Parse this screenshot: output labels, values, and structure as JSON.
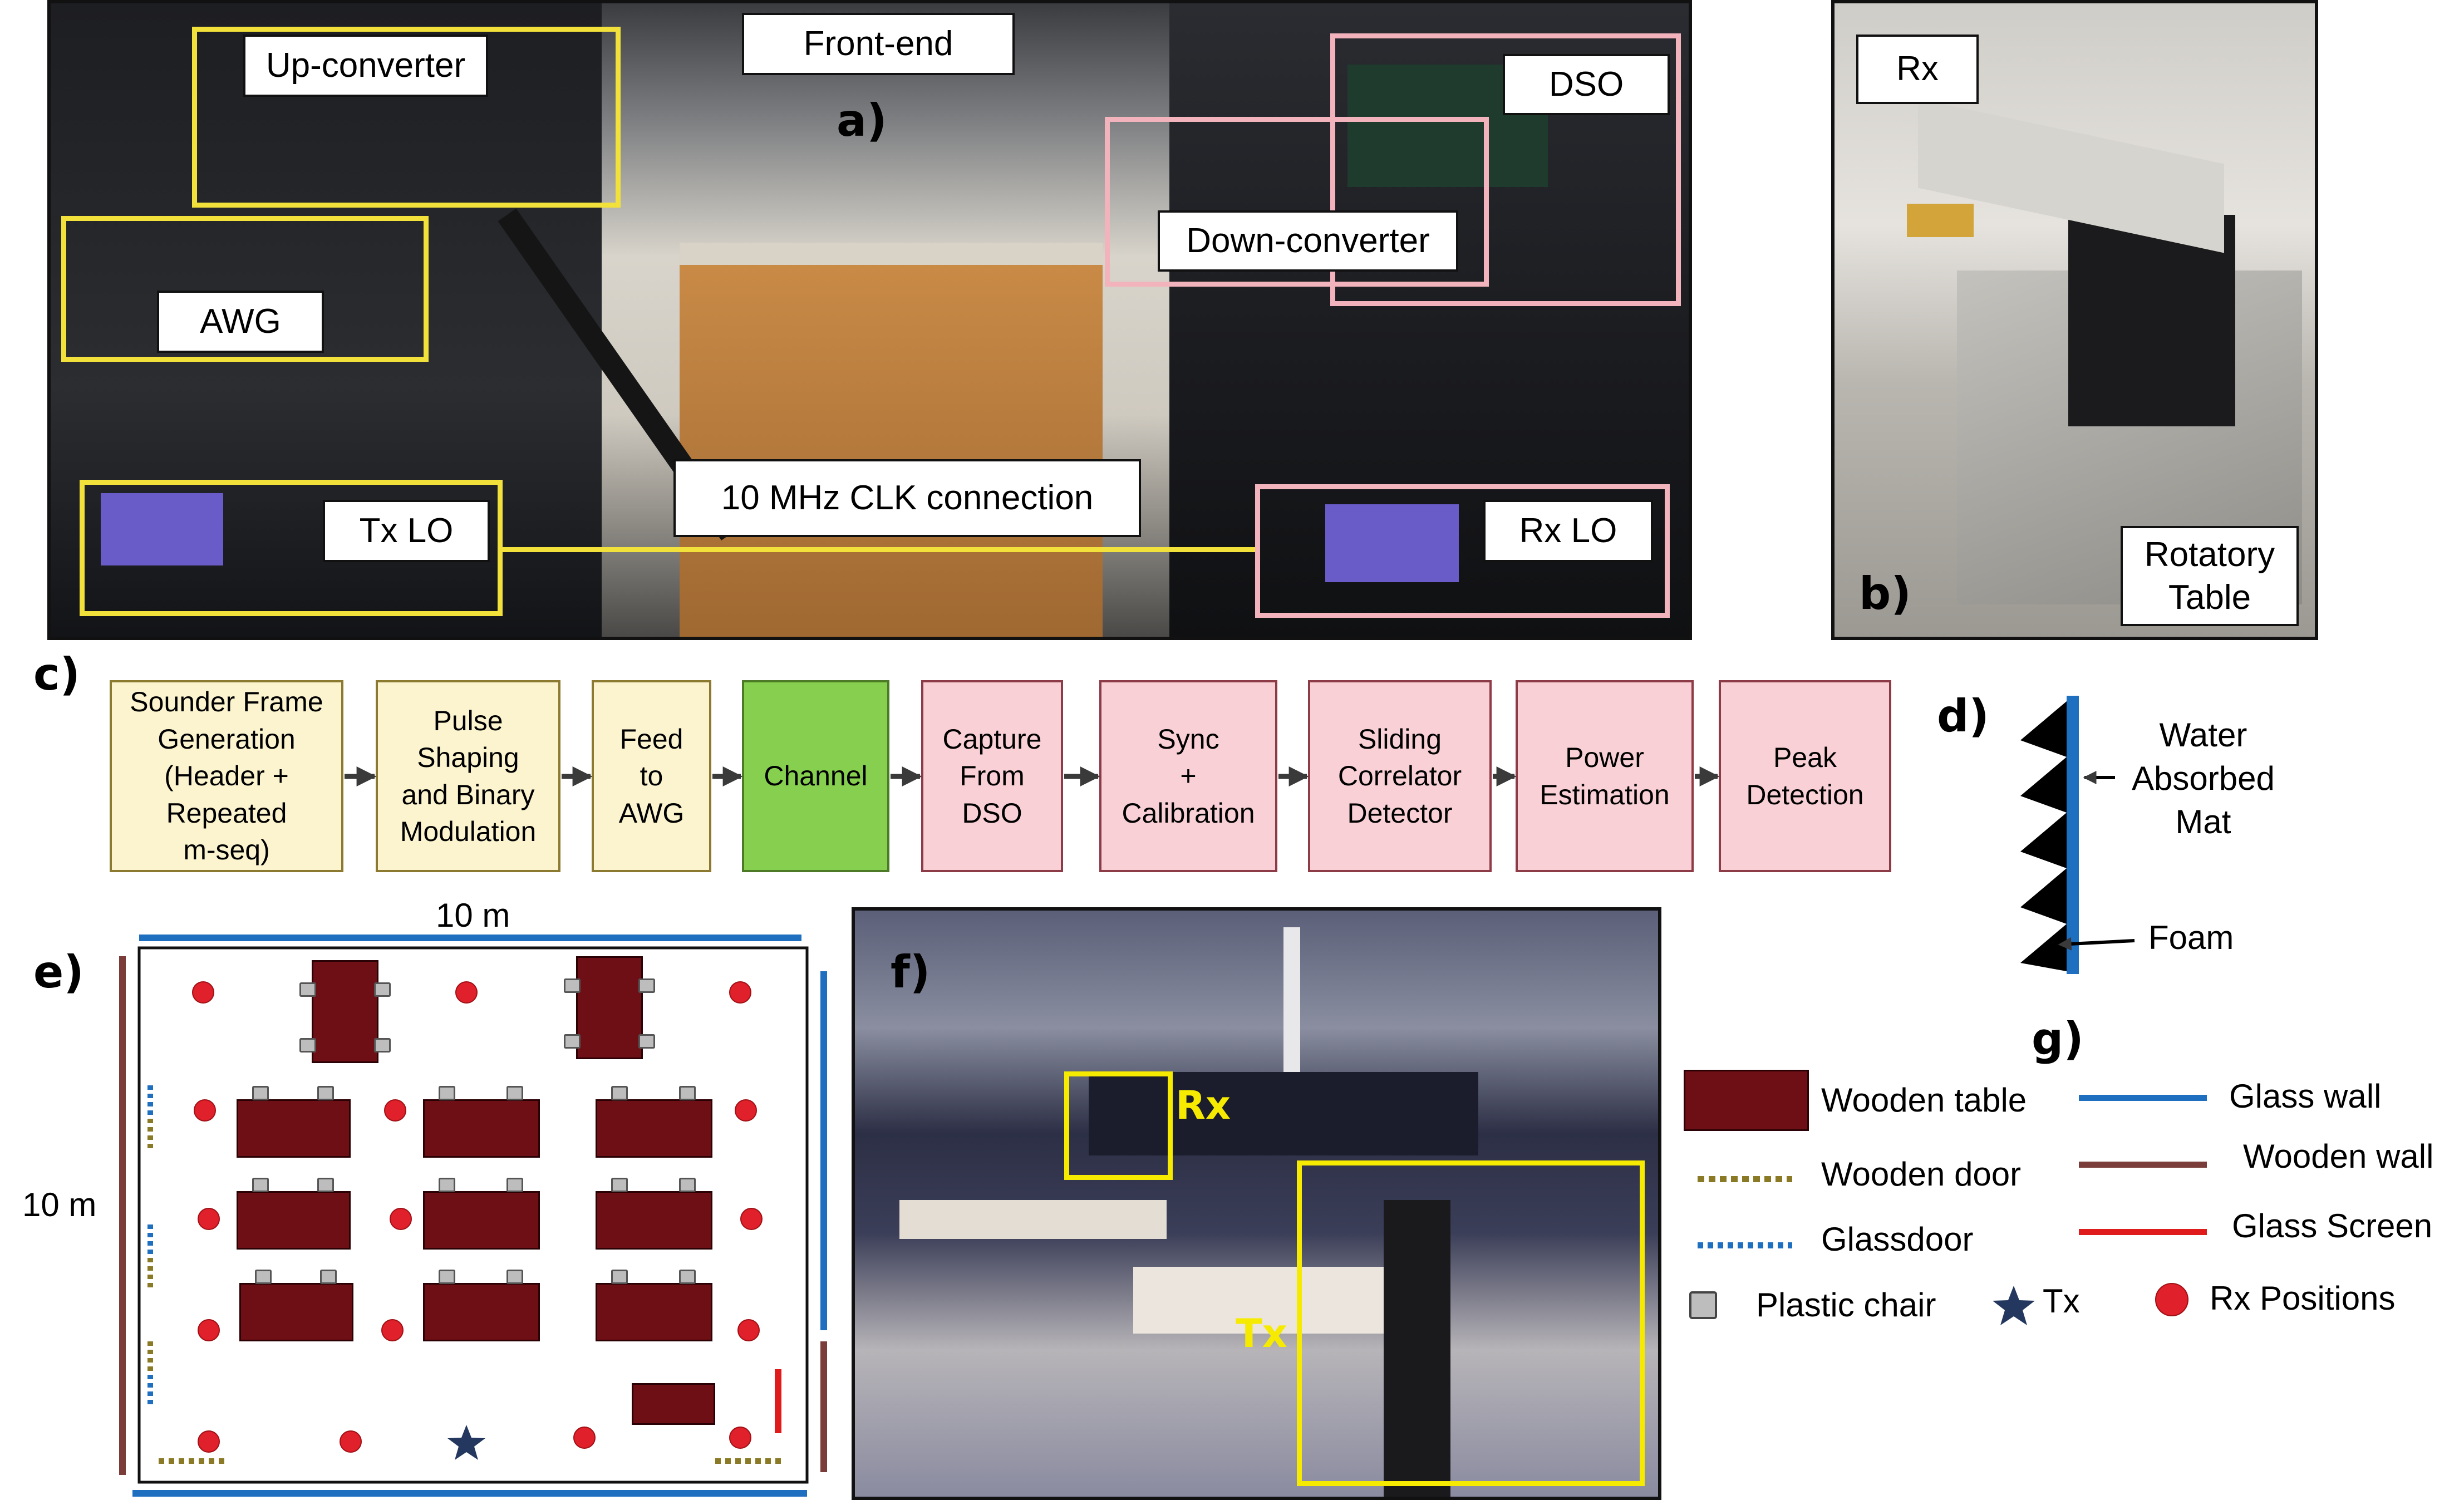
{
  "panels": {
    "a": "a)",
    "b": "b)",
    "c": "c)",
    "d": "d)",
    "e": "e)",
    "f": "f)",
    "g": "g)"
  },
  "photo_a": {
    "labels": {
      "up_converter": "Up-converter",
      "front_end": "Front-end",
      "dso": "DSO",
      "down_converter": "Down-converter",
      "awg": "AWG",
      "clk": "10 MHz CLK connection",
      "tx_lo": "Tx LO",
      "rx_lo": "Rx LO"
    },
    "highlight_colors": {
      "tx_side": "#f2e13a",
      "rx_side": "#f3b3bd"
    }
  },
  "photo_b": {
    "labels": {
      "rx": "Rx",
      "rotatory_table": "Rotatory\nTable"
    }
  },
  "pipeline": {
    "blocks": [
      {
        "text": "Sounder Frame\nGeneration\n(Header +\nRepeated\nm-seq)",
        "color": "#fbf4cf"
      },
      {
        "text": "Pulse\nShaping\nand Binary\nModulation",
        "color": "#fbf4cf"
      },
      {
        "text": "Feed\nto\nAWG",
        "color": "#fbf4cf"
      },
      {
        "text": "Channel",
        "color": "#86cf4f"
      },
      {
        "text": "Capture\nFrom\nDSO",
        "color": "#f8d0d5"
      },
      {
        "text": "Sync\n+\nCalibration",
        "color": "#f8d0d5"
      },
      {
        "text": "Sliding\nCorrelator\nDetector",
        "color": "#f8d0d5"
      },
      {
        "text": "Power\nEstimation",
        "color": "#f8d0d5"
      },
      {
        "text": "Peak\nDetection",
        "color": "#f8d0d5"
      }
    ]
  },
  "mat": {
    "water": "Water\nAbsorbed\nMat",
    "foam": "Foam",
    "mat_color": "#1f6fc0"
  },
  "floorplan": {
    "width_label": "10 m",
    "height_label": "10 m"
  },
  "photo_f": {
    "labels": {
      "rx": "Rx",
      "tx": "Tx"
    }
  },
  "legend": {
    "items": {
      "wooden_table": "Wooden table",
      "glass_wall": "Glass wall",
      "wooden_door": "Wooden door",
      "wooden_wall": "Wooden wall",
      "glassdoor": "Glassdoor",
      "glass_screen": "Glass Screen",
      "plastic_chair": "Plastic chair",
      "tx": "Tx",
      "rx_positions": "Rx Positions"
    },
    "colors": {
      "wooden_table": "#6e0e15",
      "glass_wall": "#1f6fc0",
      "wooden_door": "#8a7a25",
      "wooden_wall": "#7a3d3a",
      "glassdoor": "#1f6fc0",
      "glass_screen": "#e01b1b",
      "plastic_chair": "#bdbdbd",
      "tx": "#24385f",
      "rx_positions": "#e0202a"
    }
  }
}
